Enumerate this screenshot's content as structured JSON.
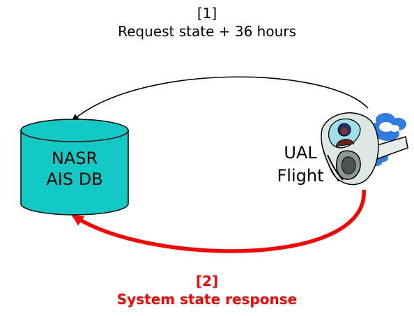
{
  "request": {
    "step": "[1]",
    "text": "Request state + 36 hours"
  },
  "response": {
    "step": "[2]",
    "text": "System state response"
  },
  "database": {
    "line1": "NASR",
    "line2": "AIS DB"
  },
  "flight": {
    "line1": "UAL",
    "line2": "Flight"
  },
  "colors": {
    "database_fill": "#13c9c6",
    "response_arrow": "#ff0000",
    "request_arrow": "#000000",
    "clouds": "#2f7de3"
  },
  "icons": {
    "flight": "airplane-with-pilot-clipart",
    "database": "cylinder-database"
  }
}
